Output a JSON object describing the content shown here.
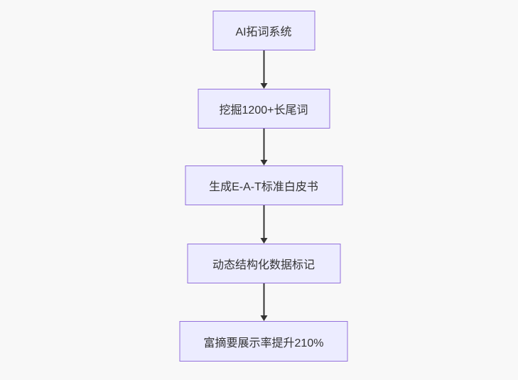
{
  "flowchart": {
    "type": "flowchart-top-down",
    "colors": {
      "background": "#f8f8f8",
      "node_fill": "#ececff",
      "node_border": "#9370db",
      "text": "#333333",
      "arrow": "#333333"
    },
    "nodes": [
      {
        "id": "n1",
        "label": "AI拓词系统"
      },
      {
        "id": "n2",
        "label": "挖掘1200+长尾词"
      },
      {
        "id": "n3",
        "label": "生成E-A-T标准白皮书"
      },
      {
        "id": "n4",
        "label": "动态结构化数据标记"
      },
      {
        "id": "n5",
        "label": "富摘要展示率提升210%"
      }
    ],
    "edges": [
      {
        "from": "n1",
        "to": "n2",
        "style": "arrow-down"
      },
      {
        "from": "n2",
        "to": "n3",
        "style": "arrow-down"
      },
      {
        "from": "n3",
        "to": "n4",
        "style": "arrow-down"
      },
      {
        "from": "n4",
        "to": "n5",
        "style": "arrow-down"
      }
    ]
  }
}
